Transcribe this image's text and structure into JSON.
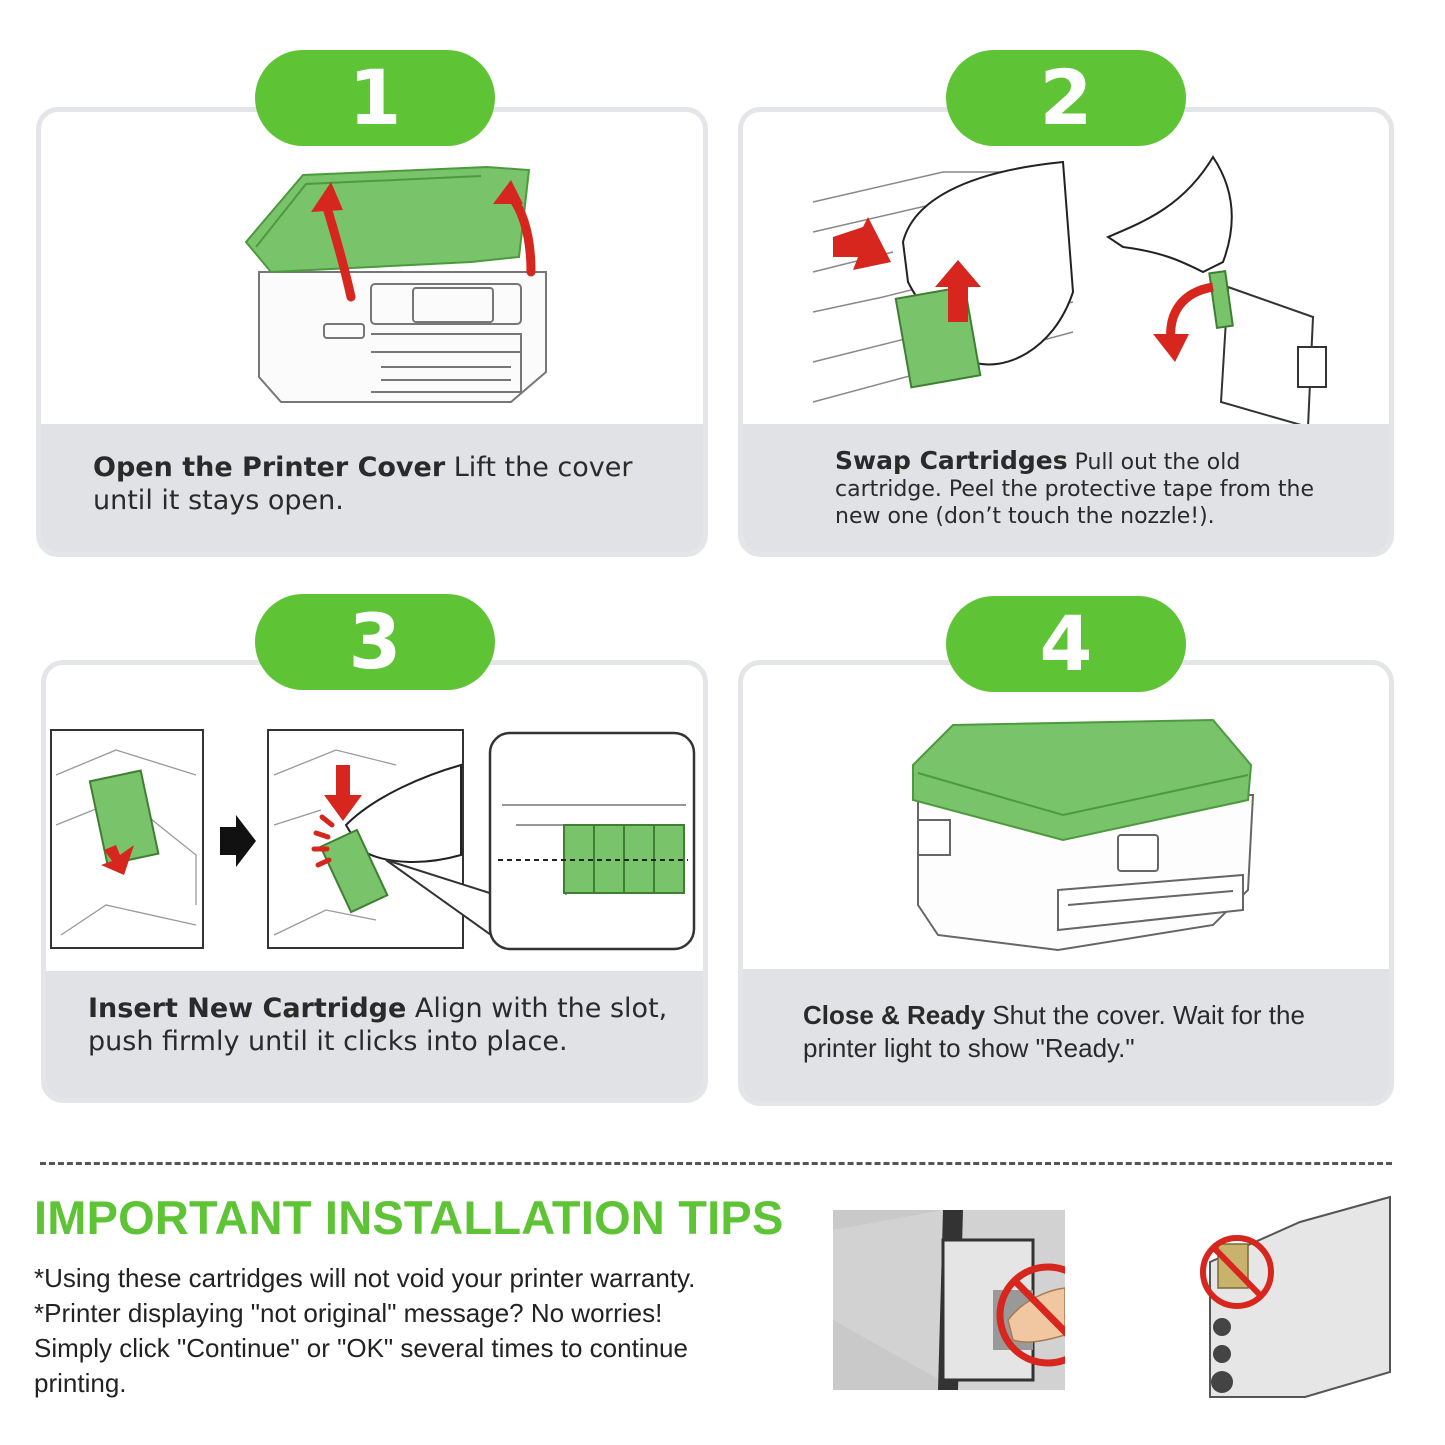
{
  "steps": [
    {
      "number": "1",
      "title": "Open the Printer Cover",
      "text_line1": "Lift the cover",
      "text_line2": "until it stays open."
    },
    {
      "number": "2",
      "title": "Swap Cartridges",
      "text_line1": "Pull out the old",
      "text_line2": "cartridge. Peel the protective tape from the",
      "text_line3": "new one (don’t touch the nozzle!)."
    },
    {
      "number": "3",
      "title": "Insert New Cartridge",
      "text_line1": "Align with the slot,",
      "text_line2": "push firmly until it clicks into place."
    },
    {
      "number": "4",
      "title": "Close & Ready",
      "text_line1": "Shut the cover. Wait for the",
      "text_line2": "printer light to show \"Ready.\""
    }
  ],
  "tips": {
    "heading": "IMPORTANT INSTALLATION TIPS",
    "lines": [
      "*Using these cartridges will not void your printer warranty.",
      "*Printer displaying \"not original\" message? No worries!",
      "Simply click \"Continue\" or \"OK\" several times to continue",
      "printing."
    ]
  },
  "colors": {
    "accent_green": "#5ec435",
    "caption_gray": "#e1e2e6",
    "arrow_red": "#d6261e"
  }
}
